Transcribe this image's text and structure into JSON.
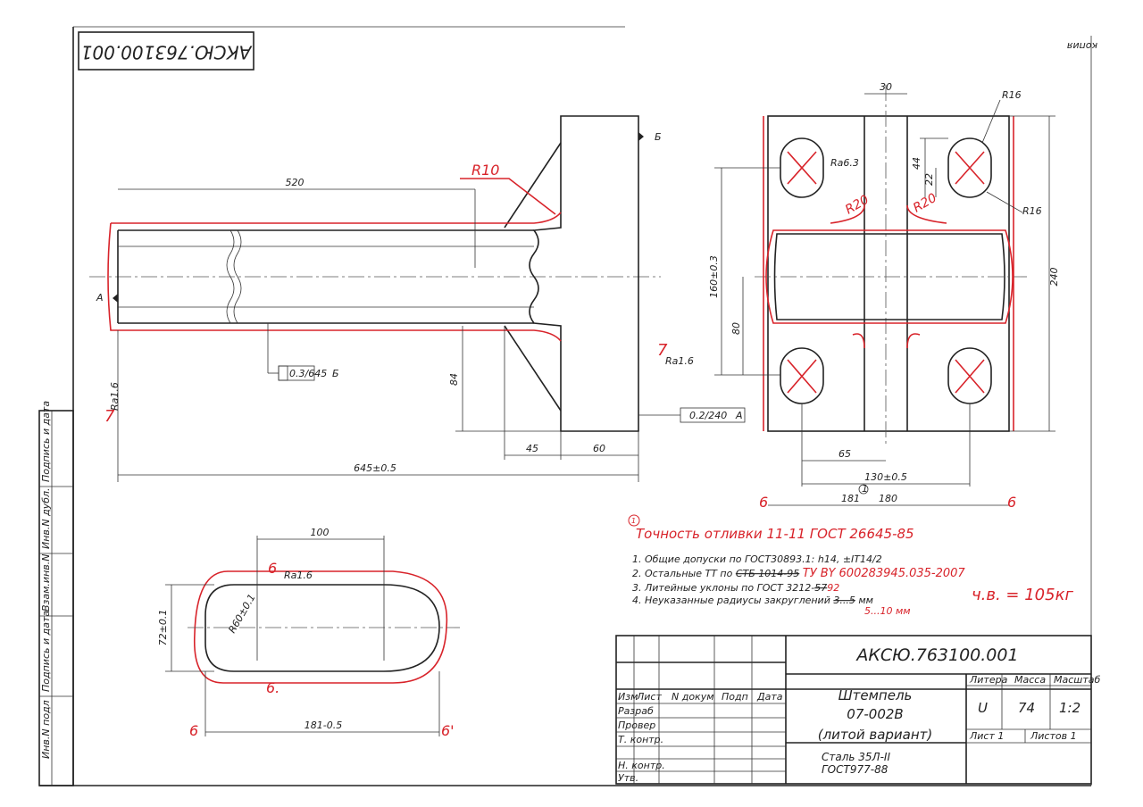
{
  "drawing": {
    "doc_number": "АКСЮ.763100.001",
    "doc_number_inverted": "АКСЮ.763100.001",
    "corner_note": "копия",
    "colors": {
      "ink": "#222222",
      "redline": "#d8232a"
    }
  },
  "front_view": {
    "dim_length_520": "520",
    "dim_total": "645±0.5",
    "dim_84": "84",
    "dim_45": "45",
    "dim_60": "60",
    "radius_r10": "R10",
    "datum_a": "A",
    "datum_b": "Б",
    "tolerance_straightness": "0.3/645",
    "tolerance_straightness_datum": "Б",
    "tolerance_parallel": "0.2/240",
    "tolerance_parallel_datum": "A",
    "roughness_left": "Ra1.6",
    "roughness_left_mark": "7",
    "roughness_face": "Ra1.6",
    "roughness_face_mark": "7"
  },
  "side_view": {
    "dim_30": "30",
    "dim_r16_top": "R16",
    "dim_r16_side": "R16",
    "roughness_hole": "Ra6.3",
    "dim_44": "44",
    "dim_22": "22",
    "red_r20": "R20",
    "red_r20_b": "R20",
    "dim_160": "160±0.3",
    "dim_80": "80",
    "dim_240": "240",
    "dim_65": "65",
    "dim_130": "130±0.5",
    "dim_181": "181",
    "dim_180": "180",
    "circle_note": "1",
    "red_6_left": "6",
    "red_6_right": "6"
  },
  "section_view": {
    "dim_100": "100",
    "dim_72": "72±0.1",
    "radius": "R60±0.1",
    "roughness": "Ra1.6",
    "red_6_top": "6",
    "red_6_bottom": "6.",
    "dim_181": "181-0.5",
    "red_6_left": "6",
    "red_6_right": "6'"
  },
  "notes": {
    "red_header_num": "1",
    "red_header": "Точность отливки  11-11  ГОСТ 26645-85",
    "items": [
      {
        "text": "1.  Общие допуски по ГОСТ30893.1: h14, ±IT14/2",
        "red": ""
      },
      {
        "text": "2.  Остальные ТТ по",
        "struck": "СТБ 1014-95",
        "red": "ТУ BY 600283945.035-2007"
      },
      {
        "text": "3.  Литейные уклоны по ГОСТ 3212-",
        "struck": "57",
        "red": "92"
      },
      {
        "text": "4.  Неуказанные радиусы закруглений",
        "struck": "3...5",
        "suffix": "мм",
        "red": "5...10 мм"
      }
    ],
    "weight": "ч.в. = 105кг"
  },
  "title_block": {
    "doc_number": "АКСЮ.763100.001",
    "headers": [
      "Изм",
      "Лист",
      "N докум",
      "Подп",
      "Дата"
    ],
    "roles": [
      "Разраб",
      "Провер",
      "Т. контр.",
      "",
      "Н. контр.",
      "Утв."
    ],
    "title_line1": "Штемпель",
    "title_line2": "07-002В",
    "title_line3": "(литой вариант)",
    "material_line1": "Сталь 35Л-II",
    "material_line2": "ГОСТ977-88",
    "litera_label": "Литера",
    "litera_value": "U",
    "mass_label": "Масса",
    "mass_value": "74",
    "scale_label": "Масштаб",
    "scale_value": "1:2",
    "sheet_label": "Лист 1",
    "sheets_label": "Листов 1"
  },
  "side_strip": [
    "Инв.N подл",
    "Подпись и дата",
    "Взам.инв.N",
    "Инв.N дубл.",
    "Подпись и дата"
  ]
}
